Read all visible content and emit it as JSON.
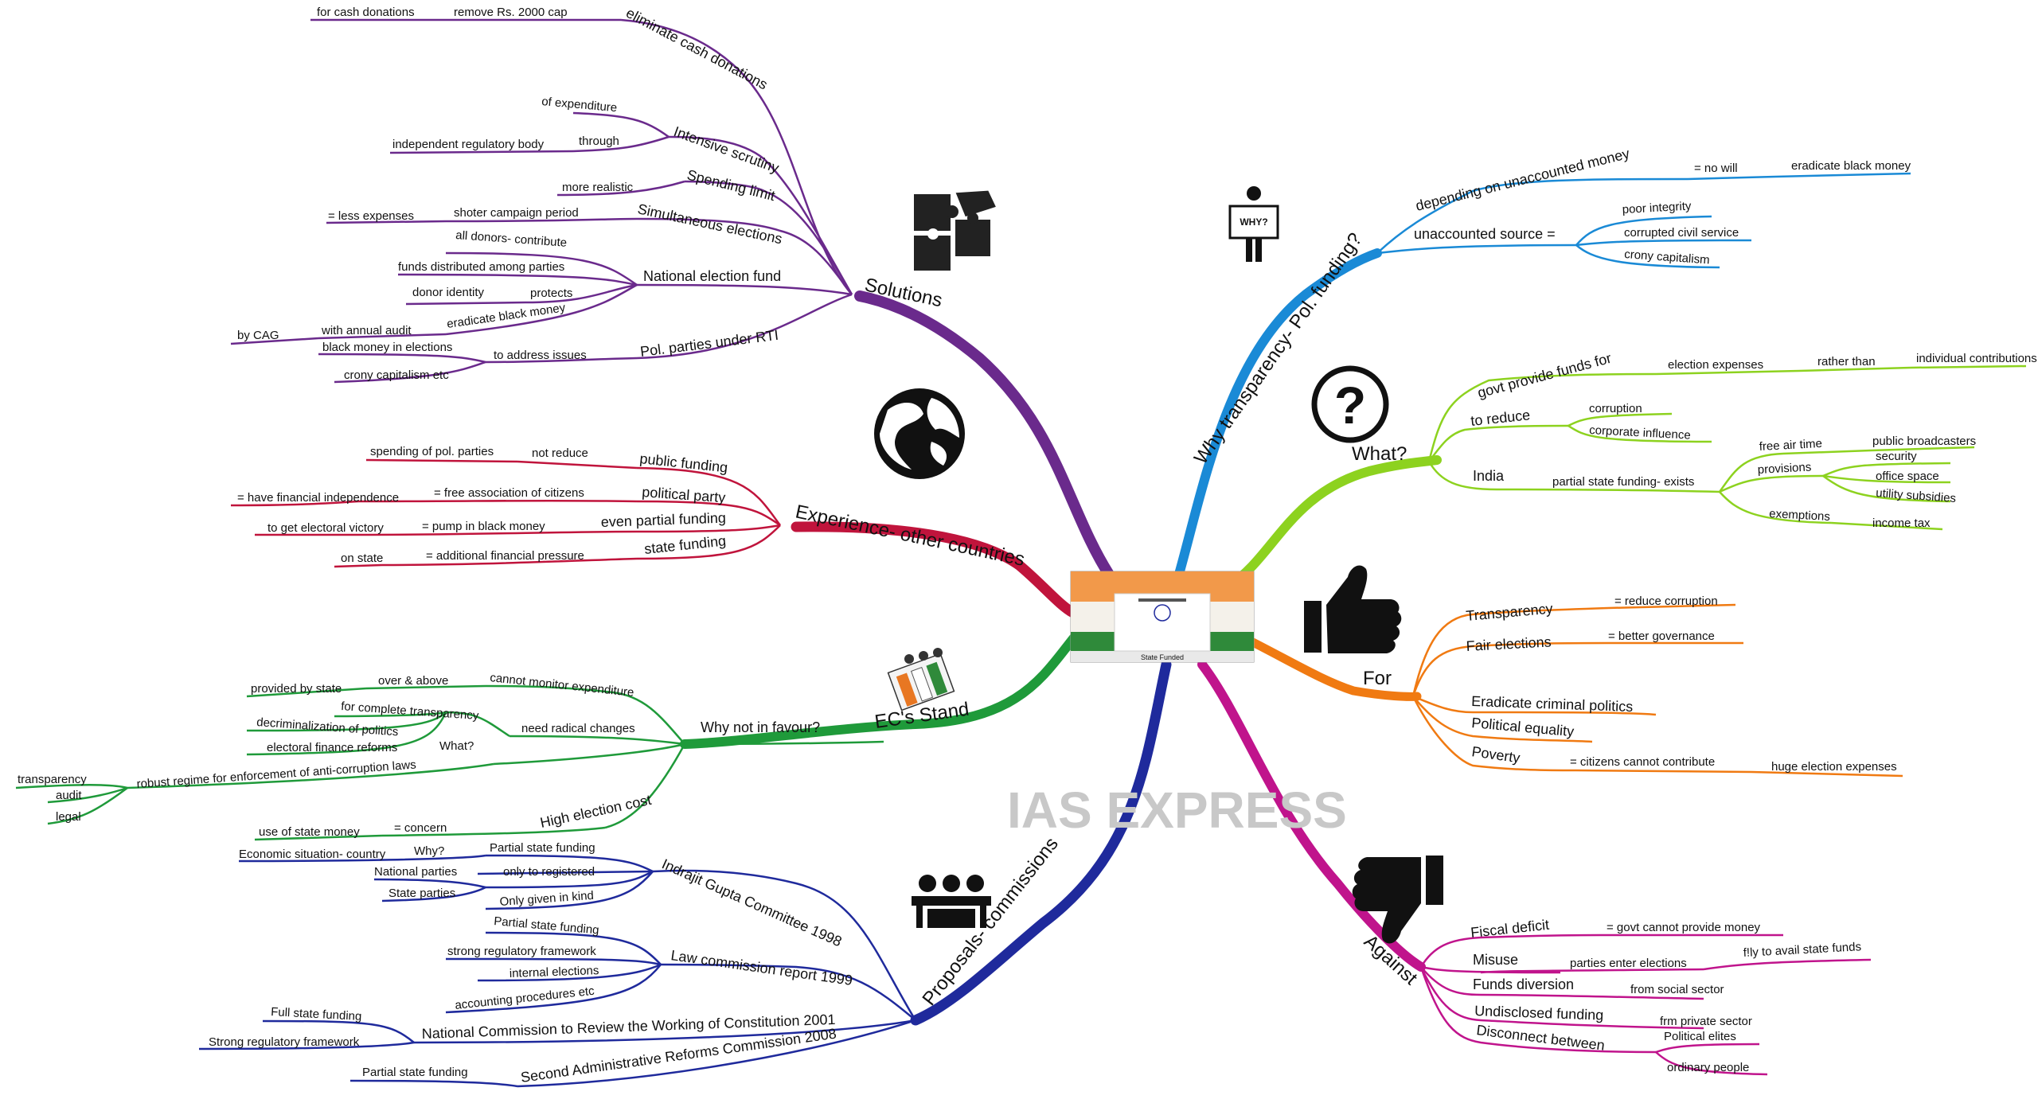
{
  "center": {
    "caption": "State Funded"
  },
  "watermark": "IAS EXPRESS",
  "colors": {
    "solutions": "#6a2a8c",
    "experience": "#c0143c",
    "ec": "#1f9a3a",
    "proposals": "#1f2a9c",
    "why": "#1a8ad6",
    "what": "#8dd21f",
    "for": "#f07a12",
    "against": "#c0148c"
  },
  "icons": [
    "puzzle-icon",
    "globe-icon",
    "ec-logo-icon",
    "committee-icon",
    "why-sign-icon",
    "question-icon",
    "thumbs-up-icon",
    "thumbs-down-icon"
  ],
  "labels": {
    "solutions": "Solutions",
    "eliminate_cash": "eliminate cash donations",
    "remove_cap": "remove Rs. 2000 cap",
    "for_cash": "for cash donations",
    "intensive": "Intensive scrutiny",
    "of_expenditure": "of expenditure",
    "through": "through",
    "indep_body": "independent regulatory body",
    "spending_limit": "Spending limit",
    "more_realistic": "more realistic",
    "simultaneous": "Simultaneous elections",
    "shorter": "shoter campaign period",
    "less_exp": "= less expenses",
    "national_fund": "National election fund",
    "all_donors": "all donors- contribute",
    "funds_distributed": "funds distributed among parties",
    "protects": "protects",
    "donor_identity": "donor identity",
    "eradicate_bm": "eradicate black money",
    "with_audit": "with annual audit",
    "by_cag": "by CAG",
    "pol_rti": "Pol. parties under RTI",
    "address_issues": "to address issues",
    "bm_elections": "black money in elections",
    "crony_etc": "crony capitalism etc",
    "experience": "Experience- other countries",
    "public_funding": "public funding",
    "not_reduce": "not reduce",
    "spending_pol": "spending of pol. parties",
    "political_party": "political party",
    "free_assoc": "= free association of citizens",
    "fin_indep": "= have financial independence",
    "even_partial": "even partial funding",
    "pump_bm": "= pump in black money",
    "electoral_victory": "to get electoral victory",
    "state_funding": "state funding",
    "add_fin": "= additional financial pressure",
    "on_state": "on state",
    "ec_stand": "EC's Stand",
    "why_not": "Why not in favour?",
    "cannot_monitor": "cannot monitor expenditure",
    "over_above": "over & above",
    "provided_state": "provided by state",
    "need_radical": "need radical changes",
    "complete_transp": "for complete transparency",
    "what_q": "What?",
    "decrim": "decriminalization of politics",
    "efr": "electoral finance reforms",
    "robust": "robust regime for enforcement of anti-corruption laws",
    "transparency_s": "transparency",
    "audit_s": "audit",
    "legal_s": "legal",
    "high_cost": "High election cost",
    "concern": "= concern",
    "use_state_money": "use of state money",
    "proposals": "Proposals- commissions",
    "indrajit": "Indrajit Gupta Committee 1998",
    "partial_sf": "Partial state funding",
    "why_q": "Why?",
    "economic": "Economic situation- country",
    "only_registered": "only to registered",
    "national_parties": "National parties",
    "state_parties": "State parties",
    "only_kind": "Only given in kind",
    "law_comm": "Law commission report 1999",
    "strong_reg": "strong regulatory framework",
    "internal_el": "internal elections",
    "accounting": "accounting procedures etc",
    "ncrwc": "National Commission to Review the Working of Constitution 2001",
    "full_sf": "Full state funding",
    "strong_reg2": "Strong regulatory framework",
    "arc": "Second Administrative Reforms Commission 2008",
    "why_transp": "Why transparency- Pol. funding?",
    "depending": "depending on unaccounted money",
    "no_will": "= no will",
    "eradicate_bm2": "eradicate black money",
    "unaccounted": "unaccounted source =",
    "poor_integrity": "poor integrity",
    "corrupted_cs": "corrupted civil service",
    "crony_cap": "crony capitalism",
    "what": "What?",
    "govt_provide": "govt provide funds for",
    "election_exp": "election expenses",
    "rather_than": "rather than",
    "individual": "individual contributions",
    "to_reduce": "to reduce",
    "corruption": "corruption",
    "corp_influence": "corporate influence",
    "india": "India",
    "partial_exists": "partial state funding- exists",
    "free_air": "free air time",
    "public_broad": "public broadcasters",
    "provisions": "provisions",
    "security": "security",
    "office_space": "office space",
    "utility": "utility subsidies",
    "exemptions": "exemptions",
    "income_tax": "income tax",
    "for": "For",
    "transparency": "Transparency",
    "reduce_corr": "= reduce corruption",
    "fair_elections": "Fair elections",
    "better_gov": "= better governance",
    "eradicate_crim": "Eradicate criminal politics",
    "political_eq": "Political equality",
    "poverty": "Poverty",
    "citizens_cannot": "= citizens cannot contribute",
    "huge_exp": "huge election expenses",
    "against": "Against",
    "fiscal": "Fiscal deficit",
    "govt_cannot": "= govt cannot provide money",
    "misuse": "Misuse",
    "parties_enter": "parties enter elections",
    "fly": "f!ly to avail state funds",
    "funds_div": "Funds diversion",
    "from_social": "from social sector",
    "undisclosed": "Undisclosed funding",
    "frm_private": "frm private sector",
    "disconnect": "Disconnect between",
    "pol_elites": "Political elites",
    "ordinary": "ordinary people"
  }
}
